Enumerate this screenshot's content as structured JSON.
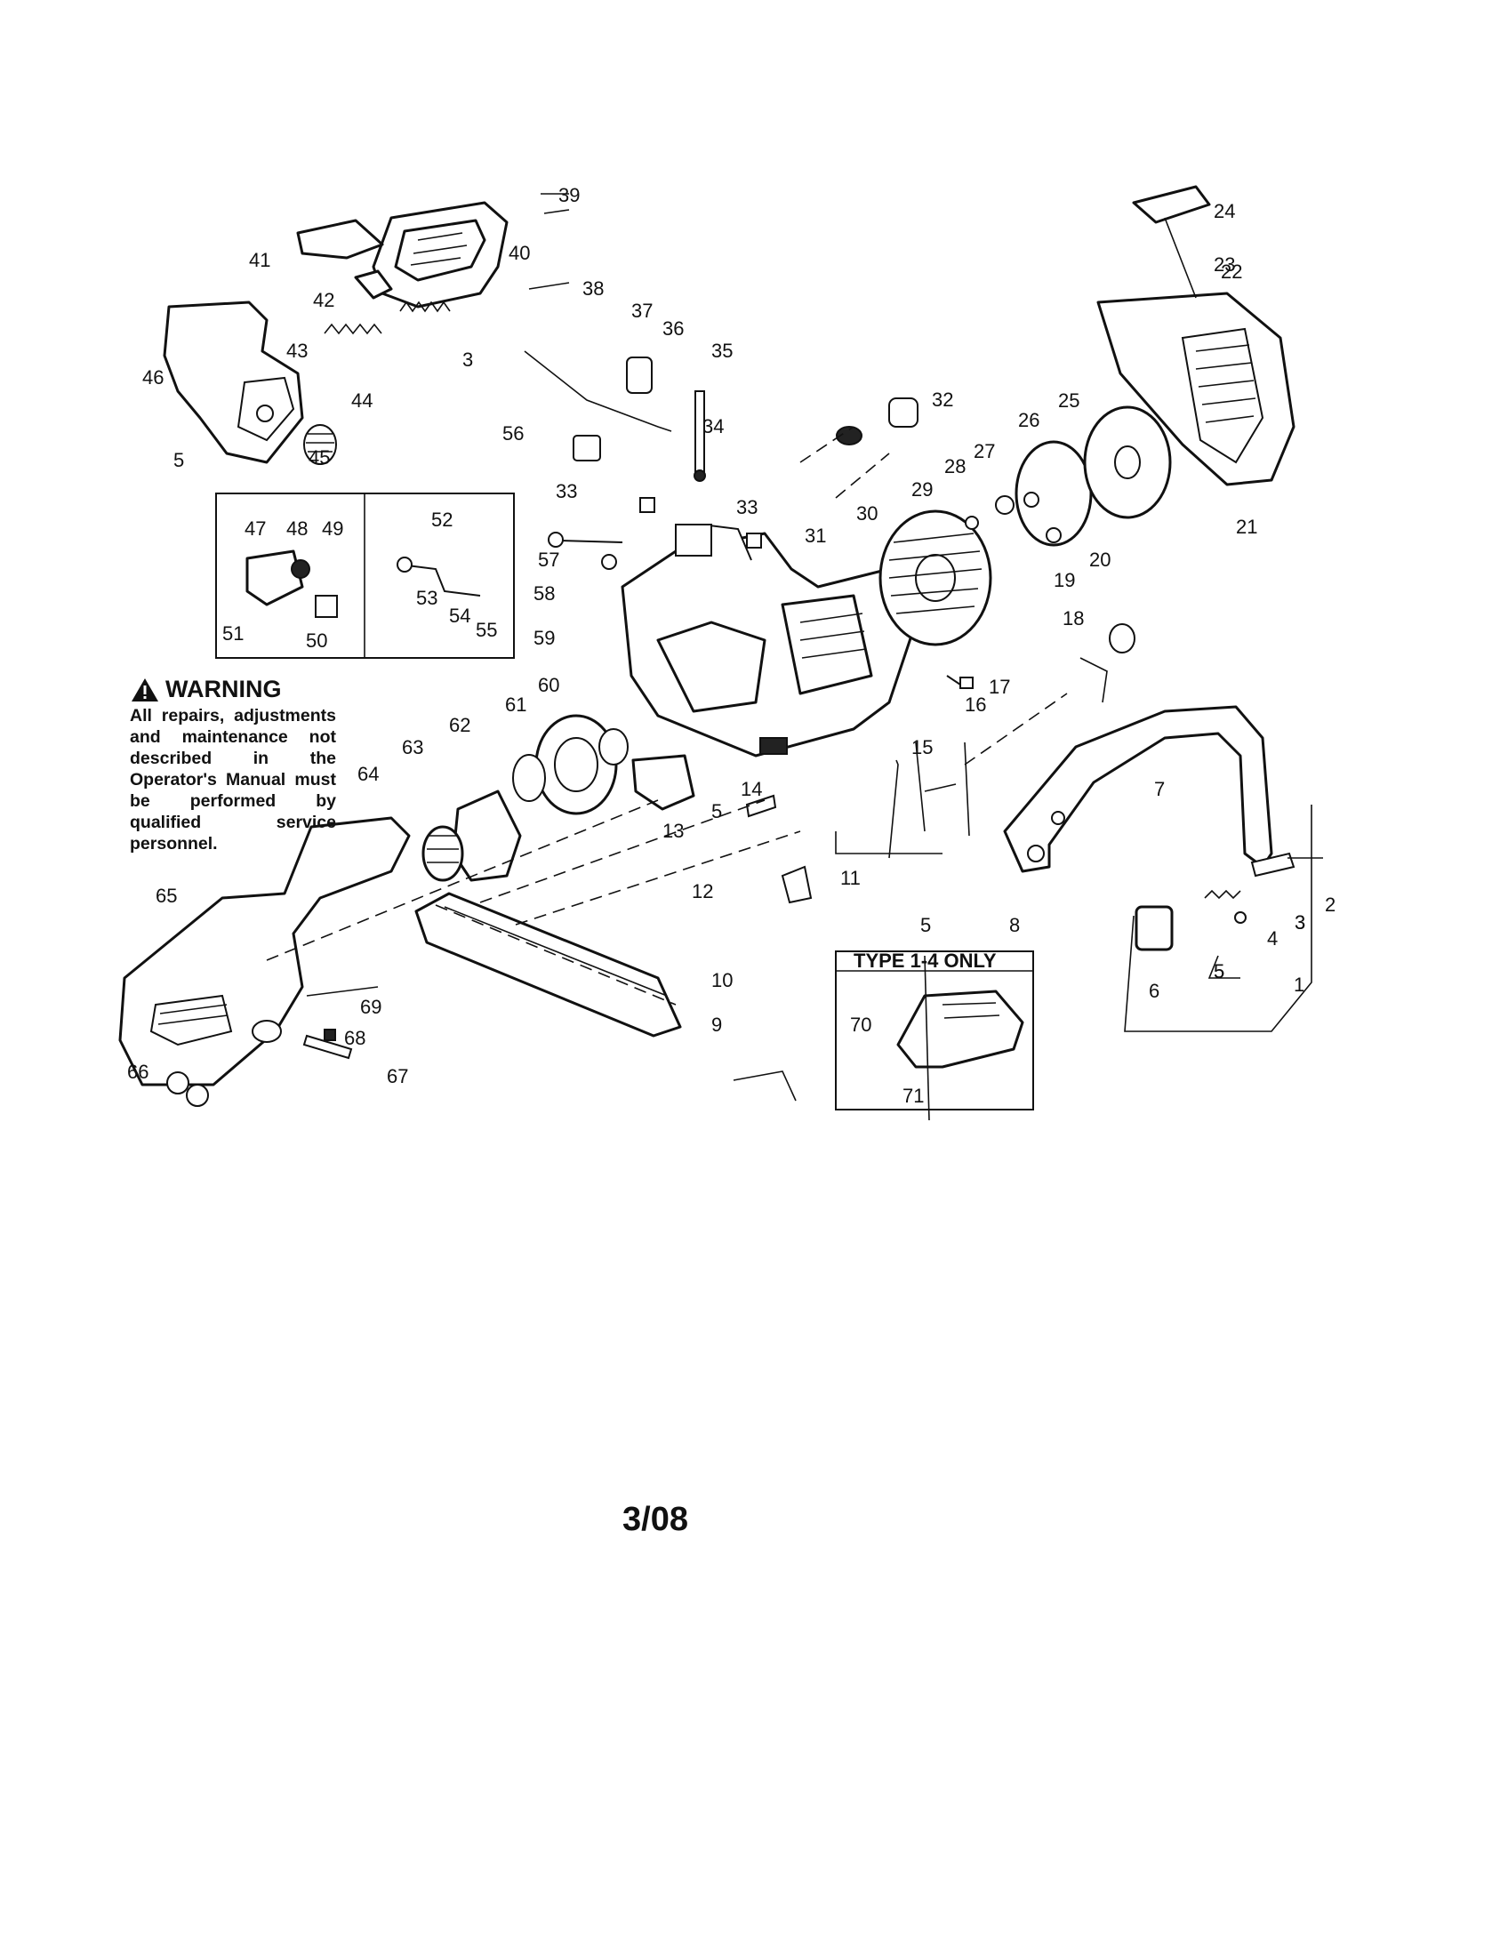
{
  "warning": {
    "heading": "WARNING",
    "text": "All repairs, adjustments and maintenance not described in the Operator's Manual must be performed by qualified service personnel."
  },
  "inset_label": "TYPE 1-4 ONLY",
  "page_date": "3/08",
  "callouts": [
    "1",
    "2",
    "3",
    "3",
    "3",
    "4",
    "5",
    "5",
    "5",
    "5",
    "5",
    "6",
    "7",
    "8",
    "9",
    "10",
    "11",
    "12",
    "13",
    "14",
    "15",
    "16",
    "17",
    "18",
    "19",
    "20",
    "21",
    "22",
    "23",
    "24",
    "25",
    "26",
    "27",
    "28",
    "29",
    "30",
    "31",
    "32",
    "33",
    "33",
    "34",
    "35",
    "36",
    "37",
    "38",
    "39",
    "40",
    "41",
    "42",
    "43",
    "44",
    "45",
    "46",
    "47",
    "48",
    "49",
    "50",
    "51",
    "52",
    "53",
    "54",
    "55",
    "56",
    "57",
    "58",
    "59",
    "60",
    "61",
    "62",
    "63",
    "64",
    "65",
    "66",
    "67",
    "68",
    "69",
    "70",
    "71"
  ]
}
